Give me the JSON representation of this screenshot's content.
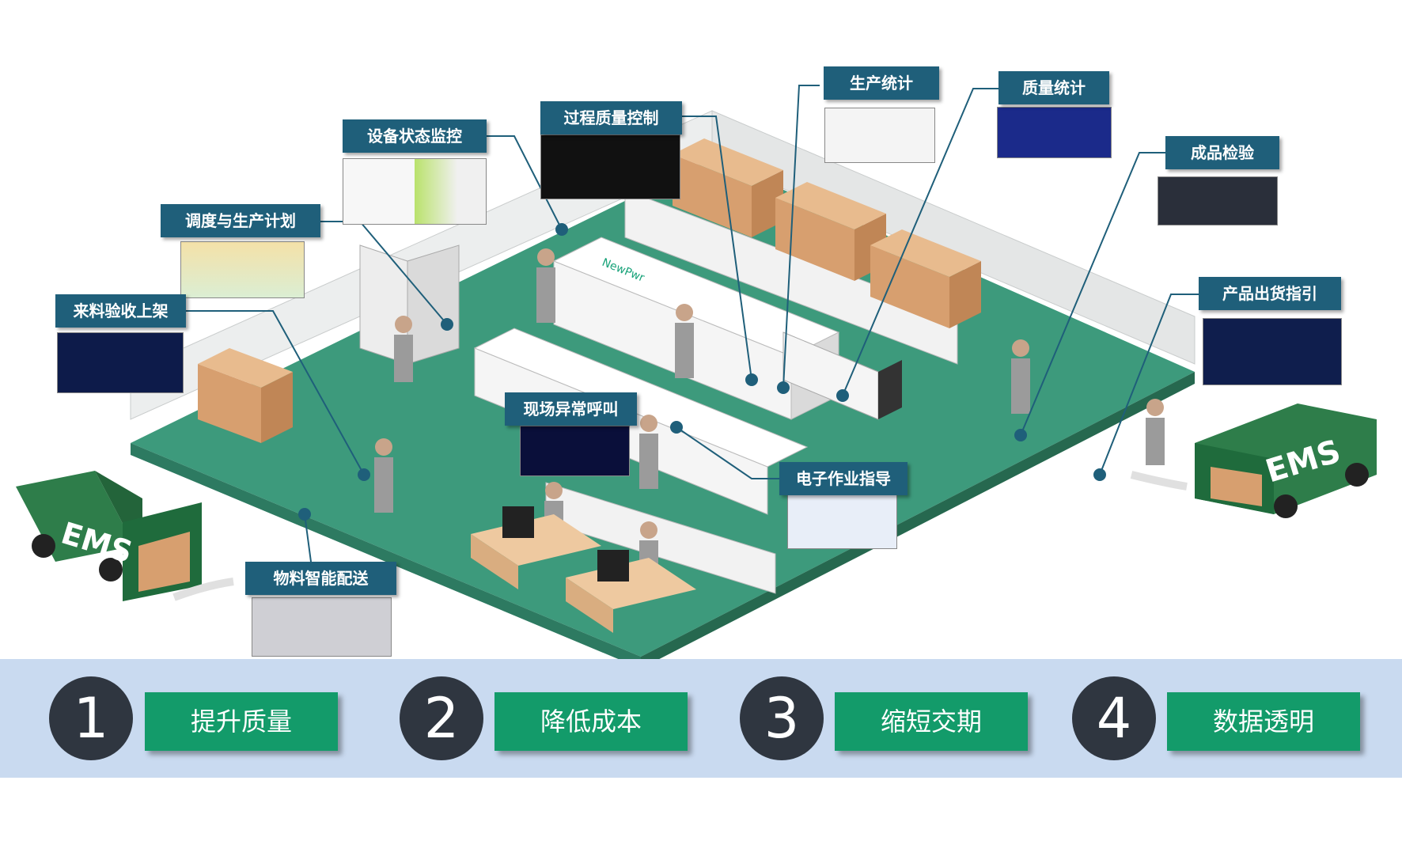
{
  "labels": {
    "incoming": "来料验收上架",
    "scheduling": "调度与生产计划",
    "equipment": "设备状态监控",
    "process_quality": "过程质量控制",
    "production_stats": "生产统计",
    "quality_stats": "质量统计",
    "final_inspection": "成品检验",
    "shipping": "产品出货指引",
    "andon": "现场异常呼叫",
    "e_sop": "电子作业指导",
    "material_delivery": "物料智能配送"
  },
  "trucks": {
    "left_text": "EMS",
    "right_text": "EMS"
  },
  "machine_brand": "NewPwr",
  "benefits": [
    {
      "number": "1",
      "label": "提升质量"
    },
    {
      "number": "2",
      "label": "降低成本"
    },
    {
      "number": "3",
      "label": "缩短交期"
    },
    {
      "number": "4",
      "label": "数据透明"
    }
  ],
  "colors": {
    "floor": "#3d9a7c",
    "label_bg": "#1f5f7a",
    "benefit_bg": "#139b6a",
    "circle_bg": "#2f3640",
    "band_bg": "#c9daf0",
    "truck": "#2e7d4a"
  }
}
